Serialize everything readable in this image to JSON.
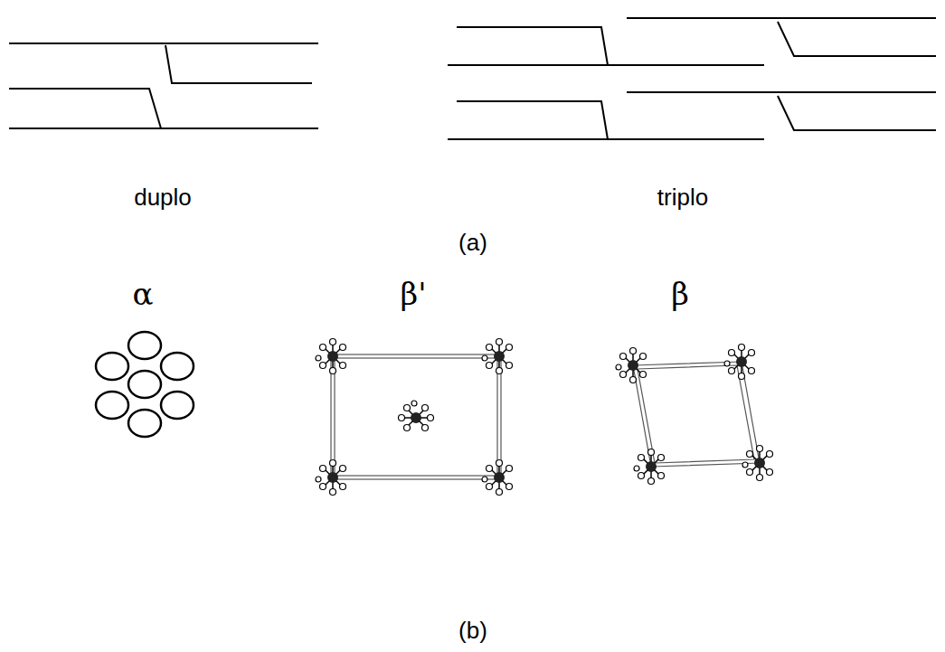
{
  "diagram": {
    "labels": [
      "duplo",
      "triplo",
      "(a)",
      "α",
      "β'",
      "β",
      "(b)"
    ]
  }
}
